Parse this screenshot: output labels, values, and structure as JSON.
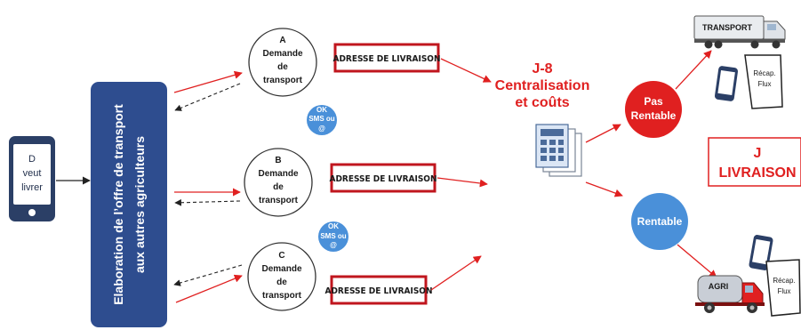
{
  "phone": {
    "line1": "D",
    "line2": "veut",
    "line3": "livrer"
  },
  "vertical_bar": {
    "line1": "Elaboration de l’offre de transport",
    "line2": "aux autres agriculteurs"
  },
  "requests": [
    {
      "letter": "A",
      "line1": "Demande",
      "line2": "de",
      "line3": "transport",
      "address": "ADRESSE DE LIVRAISON"
    },
    {
      "letter": "B",
      "line1": "Demande",
      "line2": "de",
      "line3": "transport",
      "address": "ADRESSE DE LIVRAISON"
    },
    {
      "letter": "C",
      "line1": "Demande",
      "line2": "de",
      "line3": "transport",
      "address": "ADRESSE DE LIVRAISON"
    }
  ],
  "ok_badges": [
    {
      "line1": "OK",
      "line2": "SMS ou",
      "line3": "@"
    },
    {
      "line1": "OK",
      "line2": "SMS ou",
      "line3": "@"
    }
  ],
  "centralisation": {
    "line1": "J-8",
    "line2": "Centralisation",
    "line3": "et coûts"
  },
  "pas_rentable": {
    "line1": "Pas",
    "line2": "Rentable"
  },
  "rentable": {
    "label": "Rentable"
  },
  "livraison": {
    "line1": "J",
    "line2": "LIVRAISON"
  },
  "transport_truck": {
    "label": "TRANSPORT"
  },
  "agri_truck": {
    "label": "AGRI"
  },
  "recap_top": {
    "line1": "Récap.",
    "line2": "Flux"
  },
  "recap_bottom": {
    "line1": "Récap.",
    "line2": "Flux"
  },
  "colors": {
    "navy": "#2e4d8f",
    "red": "#e02020",
    "blue": "#4a90d9",
    "address_border": "#c0161e"
  }
}
